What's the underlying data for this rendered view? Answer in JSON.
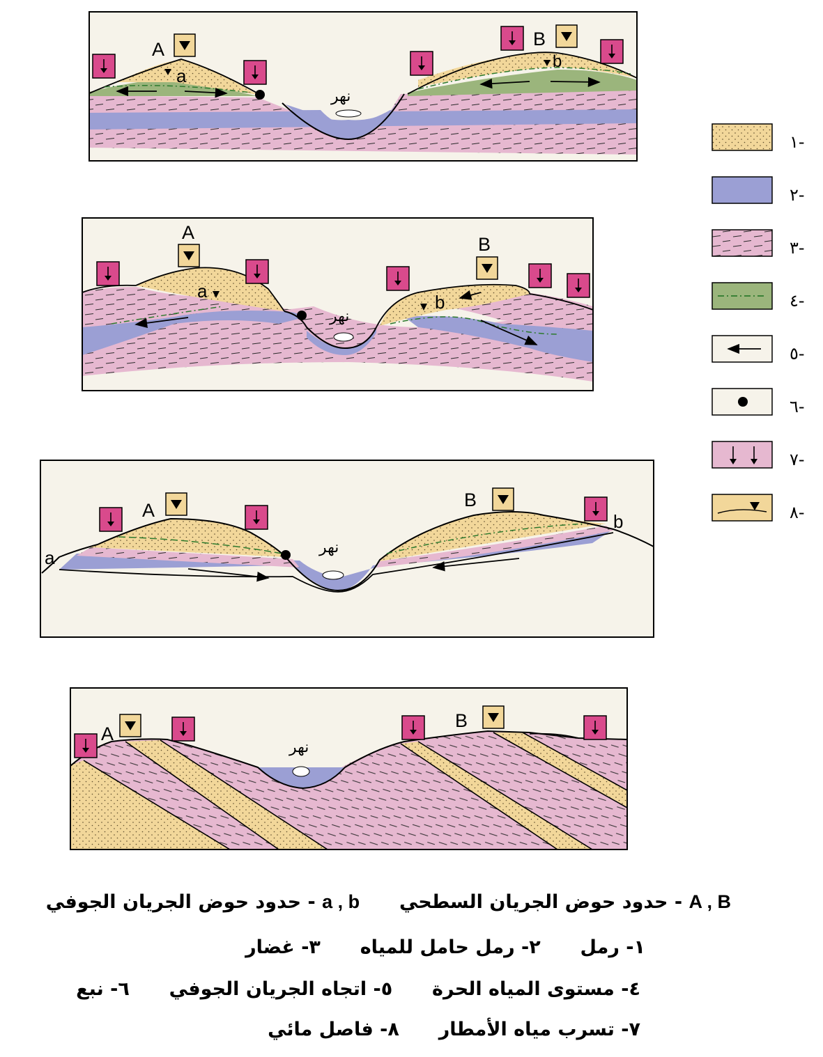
{
  "diagram": {
    "river_label": "نهر",
    "label_A": "A",
    "label_B": "B",
    "label_a": "a",
    "label_b": "b"
  },
  "legend": {
    "numbers": [
      "١-",
      "٢-",
      "٣-",
      "٤-",
      "٥-",
      "٦-",
      "٧-",
      "٨-"
    ],
    "colors": {
      "sand": "#f2d79a",
      "aquifer_sand": "#9b9fd4",
      "clay": "#e6b8d0",
      "water_table": "#9bb57c",
      "seepage": "#d94a8c",
      "background": "#f6f3ea"
    }
  },
  "caption": {
    "line1": {
      "ab_caps": "A , B",
      "ab_caps_text": "- حدود حوض الجريان السطحي",
      "ab_small": "a , b",
      "ab_small_text": "- حدود حوض الجريان الجوفي"
    },
    "line2": {
      "item1": "١- رمل",
      "item2": "٢- رمل حامل للمياه",
      "item3": "٣- غضار"
    },
    "line3": {
      "item4": "٤- مستوى المياه الحرة",
      "item5": "٥- اتجاه الجريان الجوفي",
      "item6": "٦- نبع"
    },
    "line4": {
      "item7": "٧- تسرب مياه الأمطار",
      "item8": "٨- فاصل مائي"
    }
  }
}
